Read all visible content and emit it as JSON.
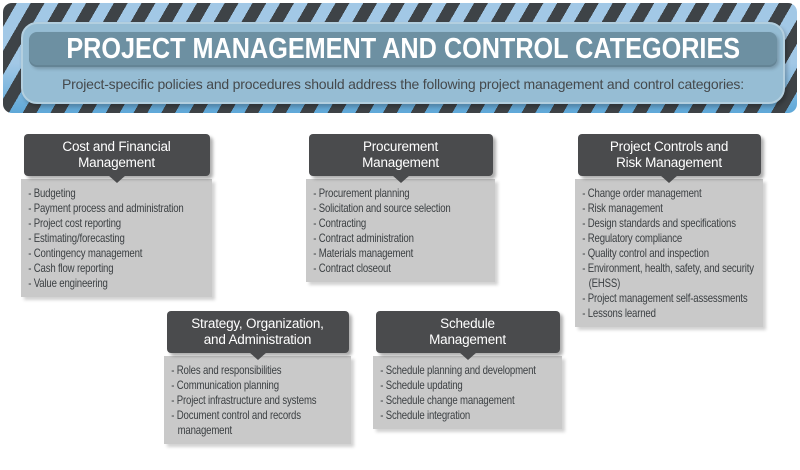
{
  "banner": {
    "title": "PROJECT MANAGEMENT AND CONTROL CATEGORIES",
    "subtitle": "Project-specific policies and procedures should address the following project management and control categories:"
  },
  "colors": {
    "stripe_dark": "#3e4347",
    "stripe_blue": "#a2c8e6",
    "stripe_blue_bright": "#5fa8d8",
    "panel_blue": "#96bdd4",
    "panel_border": "#b3cfdf",
    "title_bar": "#6d90a2",
    "title_text": "#ffffff",
    "subtitle_text": "#45494c",
    "box_header": "#4a4b4d",
    "box_body": "#c9c9c9",
    "body_text": "#3c4043"
  },
  "boxes": [
    {
      "title": "Cost and Financial\nManagement",
      "items": [
        "- Budgeting",
        "- Payment process and administration",
        "- Project cost reporting",
        "- Estimating/forecasting",
        "- Contingency management",
        "- Cash flow reporting",
        "- Value engineering"
      ]
    },
    {
      "title": "Procurement\nManagement",
      "items": [
        "- Procurement planning",
        "- Solicitation and source selection",
        "- Contracting",
        "- Contract administration",
        "- Materials management",
        "- Contract closeout"
      ]
    },
    {
      "title": "Project Controls and\nRisk Management",
      "items": [
        "- Change order management",
        "- Risk management",
        "- Design standards and specifications",
        "- Regulatory compliance",
        "- Quality control and inspection",
        "- Environment, health, safety, and security (EHSS)",
        "- Project management self-assessments",
        "- Lessons learned"
      ]
    },
    {
      "title": "Strategy, Organization,\nand Administration",
      "items": [
        "- Roles and responsibilities",
        "- Communication planning",
        "- Project infrastructure and systems",
        "- Document control and records management"
      ]
    },
    {
      "title": "Schedule\nManagement",
      "items": [
        "- Schedule planning and development",
        "- Schedule updating",
        "- Schedule change management",
        "- Schedule integration"
      ]
    }
  ]
}
